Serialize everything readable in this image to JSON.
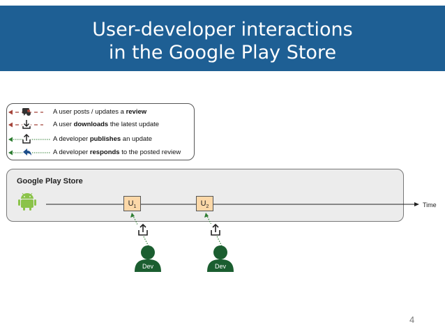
{
  "title": {
    "line1": "User-developer interactions",
    "line2": "in the Google Play Store"
  },
  "legend": {
    "items": [
      {
        "prefix": "A user posts / updates a ",
        "bold": "review",
        "suffix": "",
        "icon": "review-icon"
      },
      {
        "prefix": "A user  ",
        "bold": "downloads",
        "suffix": " the latest update",
        "icon": "download-icon"
      },
      {
        "prefix": "A developer ",
        "bold": "publishes",
        "suffix": " an update",
        "icon": "upload-icon"
      },
      {
        "prefix": "A developer ",
        "bold": "responds",
        "suffix": " to the posted review",
        "icon": "reply-icon"
      }
    ]
  },
  "store": {
    "label": "Google Play Store",
    "icon": "android-icon"
  },
  "timeline": {
    "label": "Time",
    "updates": [
      {
        "letter": "U",
        "sub": "1"
      },
      {
        "letter": "U",
        "sub": "2"
      }
    ]
  },
  "developers": [
    {
      "label": "Dev"
    },
    {
      "label": "Dev"
    }
  ],
  "colors": {
    "title_bar": "#1e5f94",
    "update_box": "#fcd8a8",
    "developer": "#1b5e30",
    "user_arrow": "#a5443a",
    "dev_arrow": "#2e7d32",
    "android": "#8bc34a"
  },
  "page_number": "4"
}
